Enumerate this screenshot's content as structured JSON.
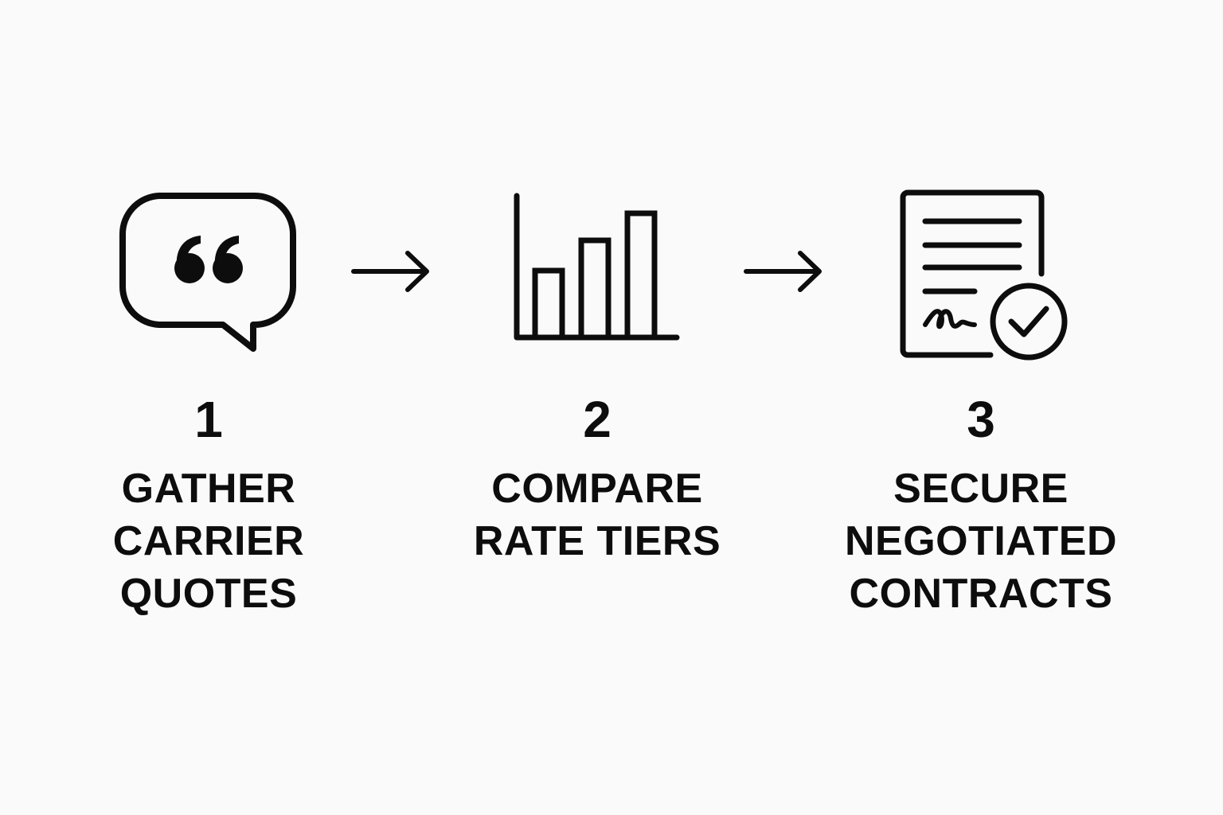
{
  "steps": [
    {
      "number": "1",
      "label_lines": [
        "GATHER",
        "CARRIER",
        "QUOTES"
      ],
      "icon": "quote-speech-bubble-icon"
    },
    {
      "number": "2",
      "label_lines": [
        "COMPARE",
        "RATE TIERS"
      ],
      "icon": "bar-chart-icon"
    },
    {
      "number": "3",
      "label_lines": [
        "SECURE",
        "NEGOTIATED",
        "CONTRACTS"
      ],
      "icon": "signed-contract-check-icon"
    }
  ],
  "connectors": [
    "arrow-right-icon",
    "arrow-right-icon"
  ],
  "colors": {
    "background": "#fafafa",
    "ink": "#0d0d0d"
  }
}
